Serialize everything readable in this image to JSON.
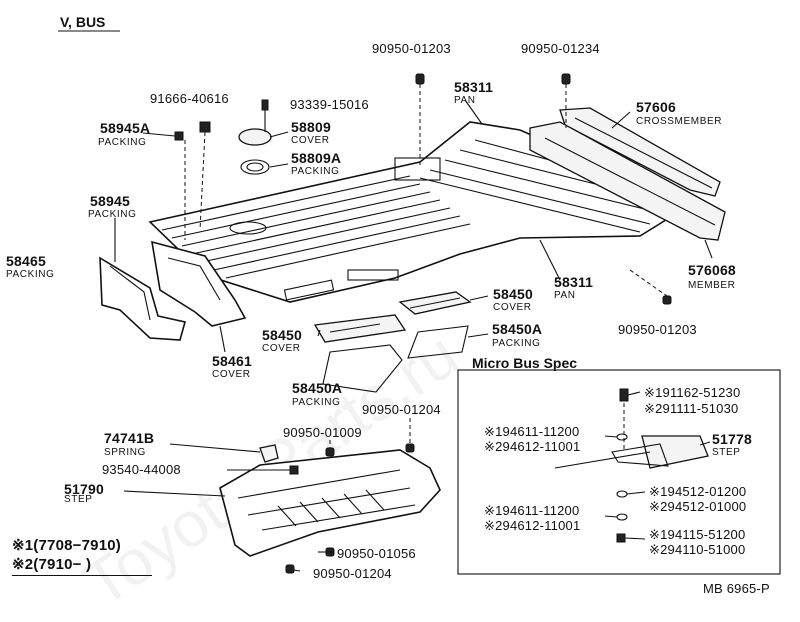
{
  "header": {
    "title": "V, BUS"
  },
  "watermark": {
    "text": "Toyota-Parts.ru"
  },
  "figure_code": "MB 6965-P",
  "labels": {
    "p9095001203_top": "90950-01203",
    "p9095001234": "90950-01234",
    "p9166640616": "91666-40616",
    "p9333915016": "93339-15016",
    "p58945A": {
      "num": "58945A",
      "name": "PACKING"
    },
    "p58809": {
      "num": "58809",
      "name": "COVER"
    },
    "p58809A": {
      "num": "58809A",
      "name": "PACKING"
    },
    "p58311_top": {
      "num": "58311",
      "name": "PAN"
    },
    "p57606": {
      "num": "57606",
      "name": "CROSSMEMBER"
    },
    "p58945": {
      "num": "58945",
      "name": "PACKING"
    },
    "p58465": {
      "num": "58465",
      "name": "PACKING"
    },
    "p576068": {
      "num": "576068",
      "name": "MEMBER"
    },
    "p58311_mid": {
      "num": "58311",
      "name": "PAN"
    },
    "p58450_r": {
      "num": "58450",
      "name": "COVER"
    },
    "p9095001203_mid": "90950-01203",
    "p58450_m": {
      "num": "58450",
      "name": "COVER"
    },
    "p58450A_r": {
      "num": "58450A",
      "name": "PACKING"
    },
    "p58461": {
      "num": "58461",
      "name": "COVER"
    },
    "p58450A_l": {
      "num": "58450A",
      "name": "PACKING"
    },
    "p9095001204_top": "90950-01204",
    "p74741B": {
      "num": "74741B",
      "name": "SPRING"
    },
    "p9095001009": "90950-01009",
    "p9354044008": "93540-44008",
    "p51790": {
      "num": "51790",
      "name": "STEP"
    },
    "p9095001056": "90950-01056",
    "p9095001204_bot": "90950-01204"
  },
  "micro_bus": {
    "title": "Micro Bus Spec",
    "items": [
      "※191162-51230",
      "※291111-51030",
      "※194611-11200",
      "※294612-11001",
      "※194512-01200",
      "※294512-01000",
      "※194611-11200",
      "※294612-11001",
      "※194115-51200",
      "※294110-51000"
    ],
    "p51778": {
      "num": "51778",
      "name": "STEP"
    }
  },
  "legend": {
    "row1": "※1(7708−7910)",
    "row2": "※2(7910−          )"
  }
}
